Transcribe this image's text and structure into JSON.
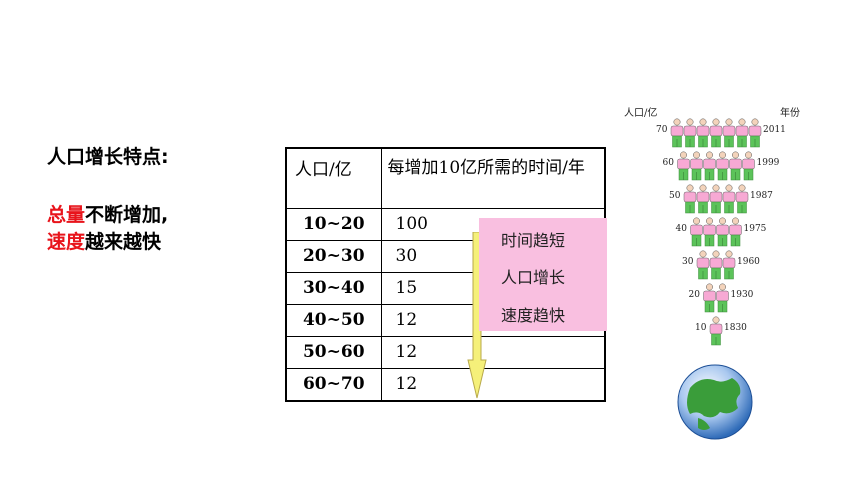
{
  "heading": "人口增长特点:",
  "features": [
    {
      "highlight": "总量",
      "text": "不断增加,"
    },
    {
      "highlight": "速度",
      "text": "越来越快"
    }
  ],
  "table": {
    "headers": [
      "人口/亿",
      "每增加10亿所需的时间/年"
    ],
    "rows": [
      {
        "range": "10~20",
        "years": "100"
      },
      {
        "range": "20~30",
        "years": "30"
      },
      {
        "range": "30~40",
        "years": "15"
      },
      {
        "range": "40~50",
        "years": "12"
      },
      {
        "range": "50~60",
        "years": "12"
      },
      {
        "range": "60~70",
        "years": "12"
      }
    ]
  },
  "note_lines": [
    "时间趋短",
    "人口增长",
    "速度趋快"
  ],
  "pyramid": {
    "header_population": "人口/亿",
    "header_year": "年份",
    "levels": [
      {
        "population": "70",
        "year": "2011",
        "people": 7
      },
      {
        "population": "60",
        "year": "1999",
        "people": 6
      },
      {
        "population": "50",
        "year": "1987",
        "people": 5
      },
      {
        "population": "40",
        "year": "1975",
        "people": 4
      },
      {
        "population": "30",
        "year": "1960",
        "people": 3
      },
      {
        "population": "20",
        "year": "1930",
        "people": 2
      },
      {
        "population": "10",
        "year": "1830",
        "people": 1
      }
    ]
  },
  "colors": {
    "highlight": "#e8141b",
    "note_bg": "#f9bfe0",
    "arrow": "#f5f07a",
    "shirt": "#f7a9d4",
    "pants": "#5cc35a"
  }
}
